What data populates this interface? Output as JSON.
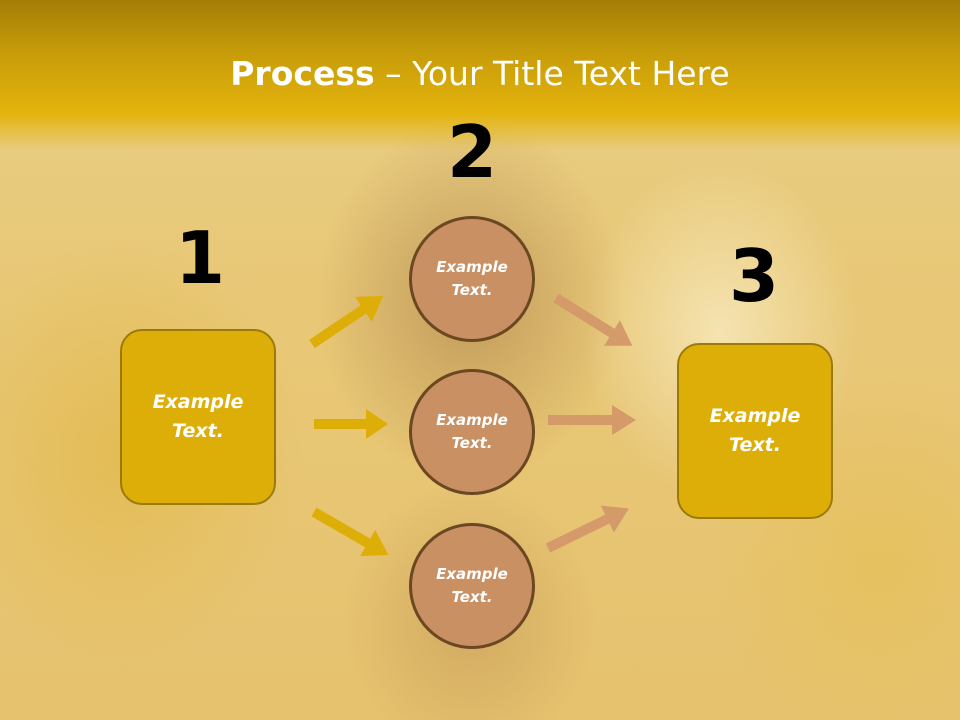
{
  "title": {
    "bold": "Process",
    "rest": " – Your Title Text Here"
  },
  "steps": [
    {
      "number": "1",
      "text": "Example\nText."
    },
    {
      "number": "2",
      "circles": [
        "Example\nText.",
        "Example\nText.",
        "Example\nText."
      ]
    },
    {
      "number": "3",
      "text": "Example\nText."
    }
  ],
  "colors": {
    "box": "#deae08",
    "circle": "#c99063",
    "arrow_gold": "#deae08",
    "arrow_tan": "#d49a6a"
  }
}
